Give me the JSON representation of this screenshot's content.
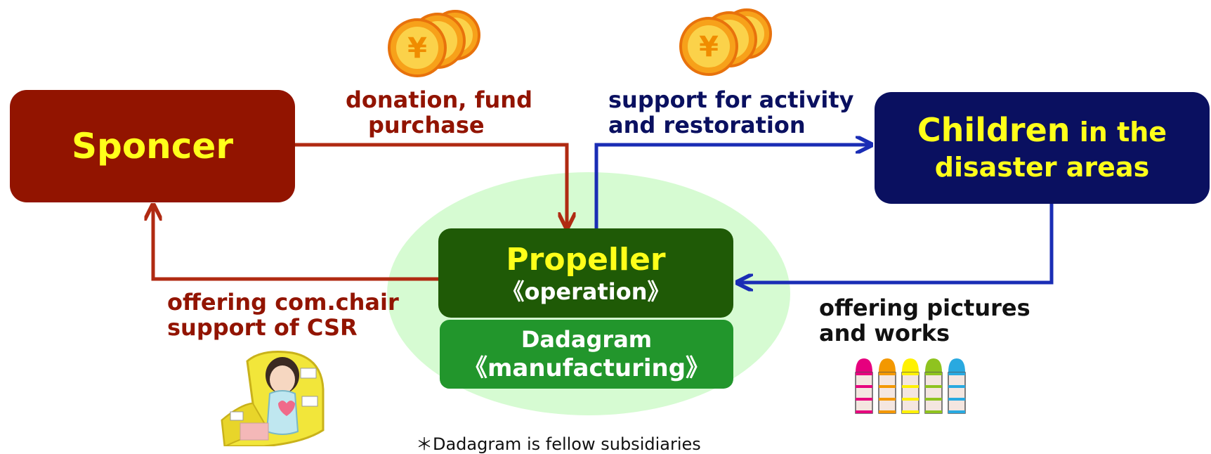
{
  "colors": {
    "sponsor_box": "#921400",
    "sponsor_arrow": "#b02a12",
    "children_box": "#0a1060",
    "children_arrow": "#1a2db5",
    "propeller_box": "#1f5a06",
    "dadagram_box": "#22962c",
    "ellipse": "#d6fbd2",
    "highlight_text": "#ffff1a",
    "dark_red_text": "#921400",
    "navy_text": "#0a1060"
  },
  "nodes": {
    "sponsor": {
      "title": "Sponcer"
    },
    "children": {
      "title_main": "Children",
      "title_rest": " in the",
      "title_line2": "disaster areas"
    },
    "propeller": {
      "title": "Propeller",
      "subtitle": "《operation》"
    },
    "dadagram": {
      "title": "Dadagram",
      "subtitle": "《manufacturing》"
    }
  },
  "flows": {
    "donation": {
      "line1": "donation, fund",
      "line2": "purchase"
    },
    "support": {
      "line1": "support for activity",
      "line2": "and restoration"
    },
    "offering_chair": {
      "line1": "offering com.chair",
      "line2": "support of CSR"
    },
    "offering_pictures": {
      "line1": "offering pictures",
      "line2": "and works"
    }
  },
  "footnote": "＊Dadagram is fellow subsidiaries",
  "icons": {
    "coins": "yen-coin-stack-icon",
    "chair": "painted-chair-icon",
    "crayons": "crayon-set-icon",
    "crayon_colors": [
      "#e6007e",
      "#f39800",
      "#fff100",
      "#8fc31f",
      "#29a9e0"
    ]
  }
}
